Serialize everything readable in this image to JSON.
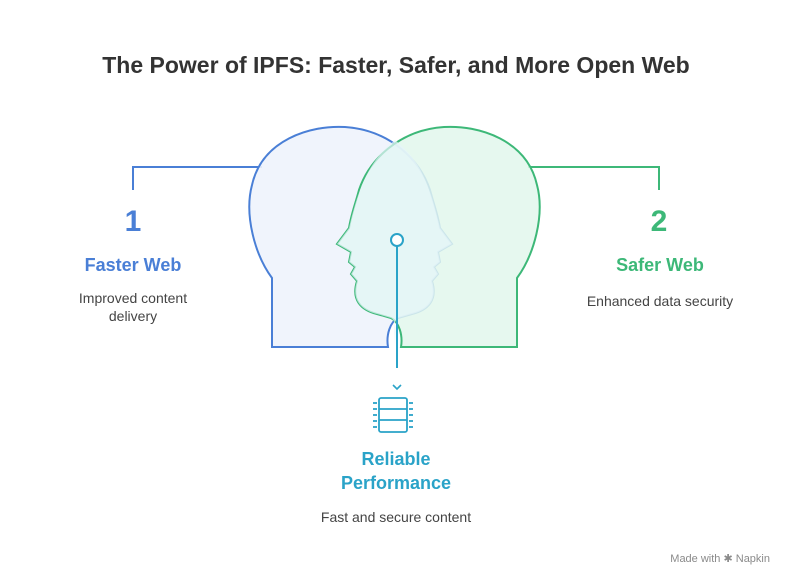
{
  "title": "The Power of IPFS: Faster, Safer, and More Open Web",
  "colors": {
    "blue": "#4a7fd6",
    "green": "#3db878",
    "cyan": "#2aa3c8",
    "blue_fill": "#eef3fc",
    "green_fill": "#e2f7ec",
    "overlap_fill": "#e6f5f9"
  },
  "items": [
    {
      "number": "1",
      "label": "Faster Web",
      "description": "Improved content delivery"
    },
    {
      "number": "2",
      "label": "Safer Web",
      "description": "Enhanced data security"
    },
    {
      "label": "Reliable Performance",
      "description": "Fast and secure content"
    }
  ],
  "icons": {
    "center": "database-server-icon",
    "marker": "chevron-down-icon"
  },
  "footer": {
    "brand": "Made with ✱ Napkin"
  }
}
